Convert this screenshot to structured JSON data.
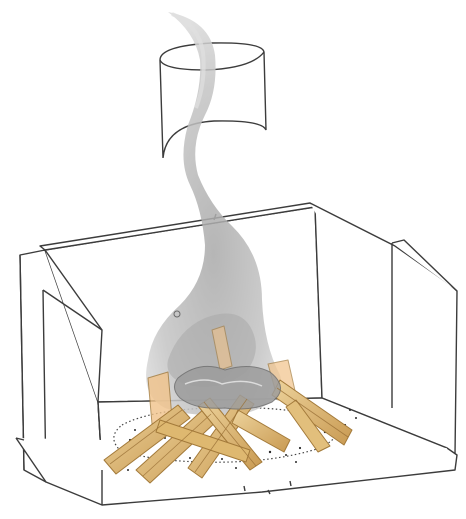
{
  "illustration": {
    "subject": "fireplace-firebox-with-burning-logs",
    "colors": {
      "background": "#ffffff",
      "outline": "#3c3c3c",
      "panel_fill": "#ffffff",
      "smoke_light": "#e2e2e2",
      "smoke_mid": "#c4c4c4",
      "smoke_dark": "#a8a8a8",
      "wood_light": "#e8cc8f",
      "wood_mid": "#d6b06a",
      "wood_dark": "#b98a45",
      "flame": "#f1b97a",
      "ash": "#2a2a2a"
    },
    "parts": [
      "baffle-plate",
      "smoke-plume",
      "back-wall-panel",
      "left-side-panel",
      "right-side-panel",
      "floor-plate",
      "log-stack",
      "ash-bed"
    ]
  }
}
